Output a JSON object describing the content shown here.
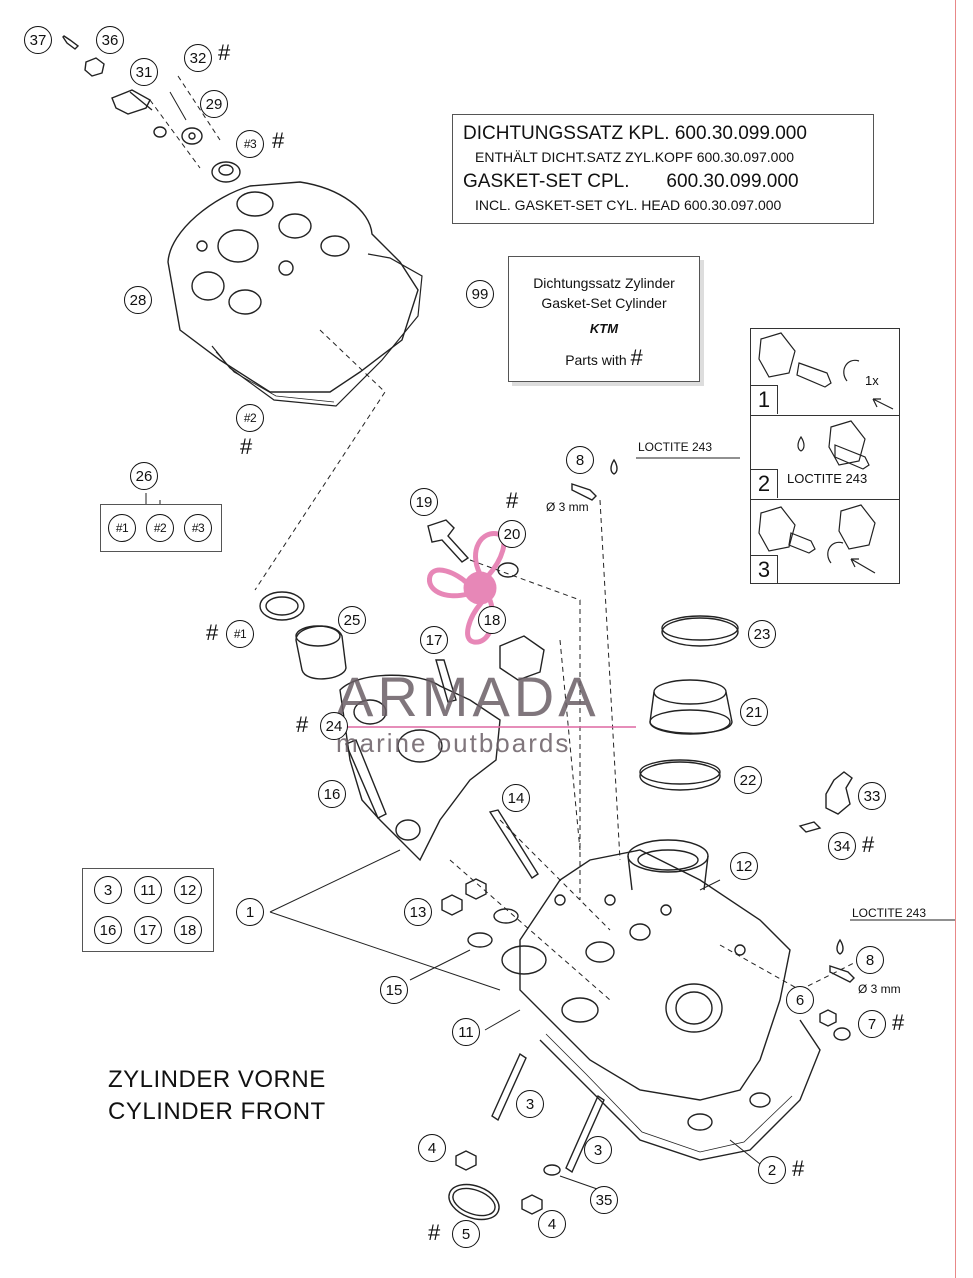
{
  "gasket_box": {
    "line1": "DICHTUNGSSATZ KPL. 600.30.099.000",
    "line2": "ENTHÄLT DICHT.SATZ ZYL.KOPF 600.30.097.000",
    "line3": "GASKET-SET CPL.       600.30.099.000",
    "line4": "INCL. GASKET-SET CYL. HEAD 600.30.097.000"
  },
  "kit_box": {
    "line1": "Dichtungssatz Zylinder",
    "line2": "Gasket-Set Cylinder",
    "brand": "KTM",
    "line3": "Parts with",
    "hash": "#"
  },
  "steps": {
    "s1": "1",
    "s2": "2",
    "s3": "3",
    "s1_note": "1x",
    "s2_note": "LOCTITE 243"
  },
  "labels": {
    "loctite_top": "LOCTITE 243",
    "dia_top": "Ø 3 mm",
    "loctite_right": "LOCTITE 243",
    "dia_right": "Ø 3 mm"
  },
  "cylinder_title": {
    "line1": "ZYLINDER VORNE",
    "line2": "CYLINDER FRONT"
  },
  "watermark": {
    "brand": "ARMADA",
    "sub": "marine outboards"
  },
  "callouts": {
    "c37": "37",
    "c36": "36",
    "c31": "31",
    "c32": "32",
    "c29": "29",
    "c3h": "#3",
    "c28": "28",
    "c2h": "#2",
    "c26": "26",
    "g1": "#1",
    "g2": "#2",
    "g3": "#3",
    "c99": "99",
    "c8a": "8",
    "c19": "19",
    "c20": "20",
    "c18": "18",
    "c17": "17",
    "c1h": "#1",
    "c25": "25",
    "c24": "24",
    "c23": "23",
    "c21": "21",
    "c22": "22",
    "c16": "16",
    "c14": "14",
    "c33": "33",
    "c34": "34",
    "c12": "12",
    "k3": "3",
    "k11": "11",
    "k12": "12",
    "k16": "16",
    "k17": "17",
    "k18": "18",
    "c1": "1",
    "c13": "13",
    "c15": "15",
    "c11": "11",
    "c8b": "8",
    "c6": "6",
    "c7": "7",
    "c3a": "3",
    "c3b": "3",
    "c4a": "4",
    "c4b": "4",
    "c2": "2",
    "c35": "35",
    "c5": "5"
  },
  "hash_mark": "#"
}
